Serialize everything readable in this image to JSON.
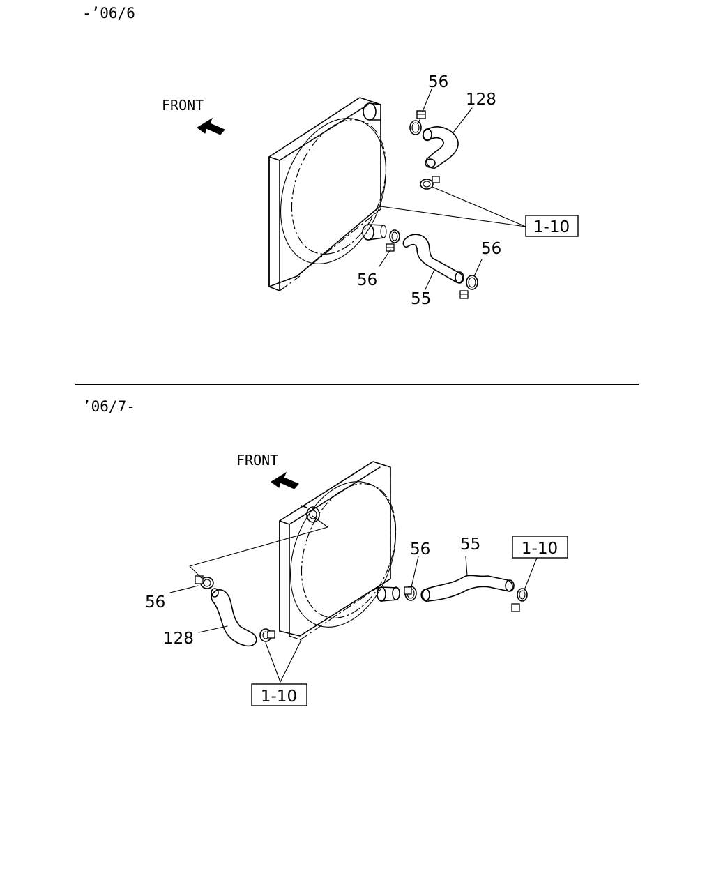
{
  "sections": [
    {
      "id": "upper",
      "date_range": "-’06/6",
      "front_label": "FRONT",
      "callouts": {
        "clamp_upper": "56",
        "hose_upper": "128",
        "ref_box": "1-10",
        "clamp_lower_right": "56",
        "clamp_lower_left": "56",
        "hose_lower": "55"
      }
    },
    {
      "id": "lower",
      "date_range": "’06/7-",
      "front_label": "FRONT",
      "callouts": {
        "clamp_mid": "56",
        "hose_lower": "55",
        "ref_box_right": "1-10",
        "clamp_left": "56",
        "hose_upper": "128",
        "ref_box_bottom": "1-10"
      }
    }
  ]
}
